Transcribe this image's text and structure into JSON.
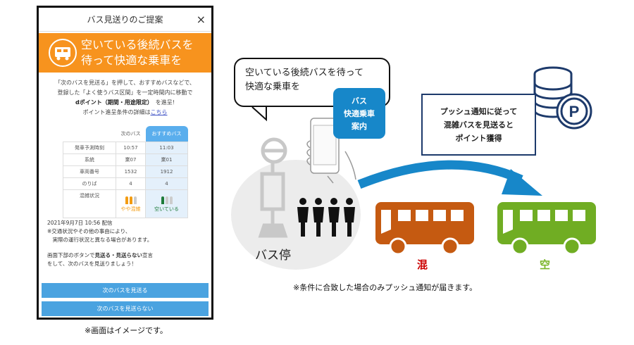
{
  "dialog": {
    "title": "バス見送りのご提案",
    "close": "×",
    "banner": [
      "空いている後続バスを",
      "待って快適な乗車を"
    ],
    "intro": {
      "l1": "「次のバスを見送る」を押して、おすすめバスなどで、",
      "l2": "登録した「よく使うバス区間」を一定時間内に移動で",
      "l3_bold": "dポイント（期間・用途限定）",
      "l3_rest": "　を進呈!",
      "l4": "ポイント進呈条件の詳細は",
      "link": "こちら"
    },
    "table": {
      "headers": [
        "",
        "次のバス",
        "おすすめバス"
      ],
      "rows": [
        [
          "発車予測時刻",
          "10:57",
          "11:03"
        ],
        [
          "系統",
          "業07",
          "業01"
        ],
        [
          "車両番号",
          "1532",
          "1912"
        ],
        [
          "のりば",
          "4",
          "4"
        ]
      ],
      "crowd_label": "混雑状況",
      "crowd": [
        {
          "text": "やや混雑",
          "filled": 2,
          "total": 3,
          "color": "#f39c12"
        },
        {
          "text": "空いている",
          "filled": 1,
          "total": 3,
          "color": "#1e7b3a"
        }
      ]
    },
    "note": [
      "2021年9月7日 10:56 配信",
      "※交通状況やその他の事由により、",
      "　実際の運行状況と異なる場合があります。"
    ],
    "prompt": {
      "a": "画面下部のボタンで",
      "b": "見送る・見送らない",
      "c": "宣言",
      "d": "をして、次のバスを見送りましょう！"
    },
    "buttons": [
      "次のバスを見送る",
      "次のバスを見送らない"
    ]
  },
  "caption_left": "※画面はイメージです。",
  "diagram": {
    "bubble": [
      "空いている後続バスを待って",
      "快適な乗車を"
    ],
    "app": [
      "バス",
      "快適乗車",
      "案内"
    ],
    "callout": [
      "プッシュ通知に従って",
      "混雑バスを見送ると",
      "ポイント獲得"
    ],
    "coin_letter": "P",
    "stop_label": "バス停",
    "crowded": "混",
    "empty": "空",
    "colors": {
      "orange_bus": "#c55a11",
      "green_bus": "#70ad23",
      "arrow": "#1787c9"
    }
  },
  "caption_right": "※条件に合致した場合のみプッシュ通知が届きます。"
}
